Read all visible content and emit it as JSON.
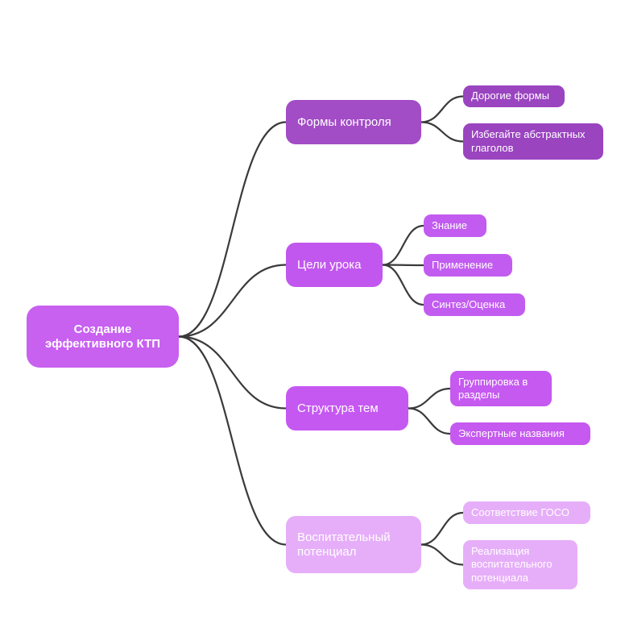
{
  "colors": {
    "root": "#c860f0",
    "branch_1": "#a24cc6",
    "branch_2": "#c157ee",
    "branch_3": "#c658f2",
    "branch_4": "#e6aef9",
    "leaf_1": "#9a44c0",
    "leaf_2": "#c25cf0",
    "leaf_3": "#c559f0",
    "leaf_4": "#e6aef9",
    "edge": "#3a3a3a",
    "background": "#ffffff"
  },
  "mindmap": {
    "root": {
      "label": "Создание эффективного КТП"
    },
    "branches": [
      {
        "label": "Формы контроля",
        "leaves": [
          "Дорогие формы",
          "Избегайте абстрактных глаголов"
        ]
      },
      {
        "label": "Цели урока",
        "leaves": [
          "Знание",
          "Применение",
          "Синтез/Оценка"
        ]
      },
      {
        "label": "Структура тем",
        "leaves": [
          "Группировка в разделы",
          "Экспертные названия"
        ]
      },
      {
        "label": "Воспитательный потенциал",
        "leaves": [
          "Соответствие ГОСО",
          "Реализация воспитательного потенциала"
        ]
      }
    ]
  }
}
